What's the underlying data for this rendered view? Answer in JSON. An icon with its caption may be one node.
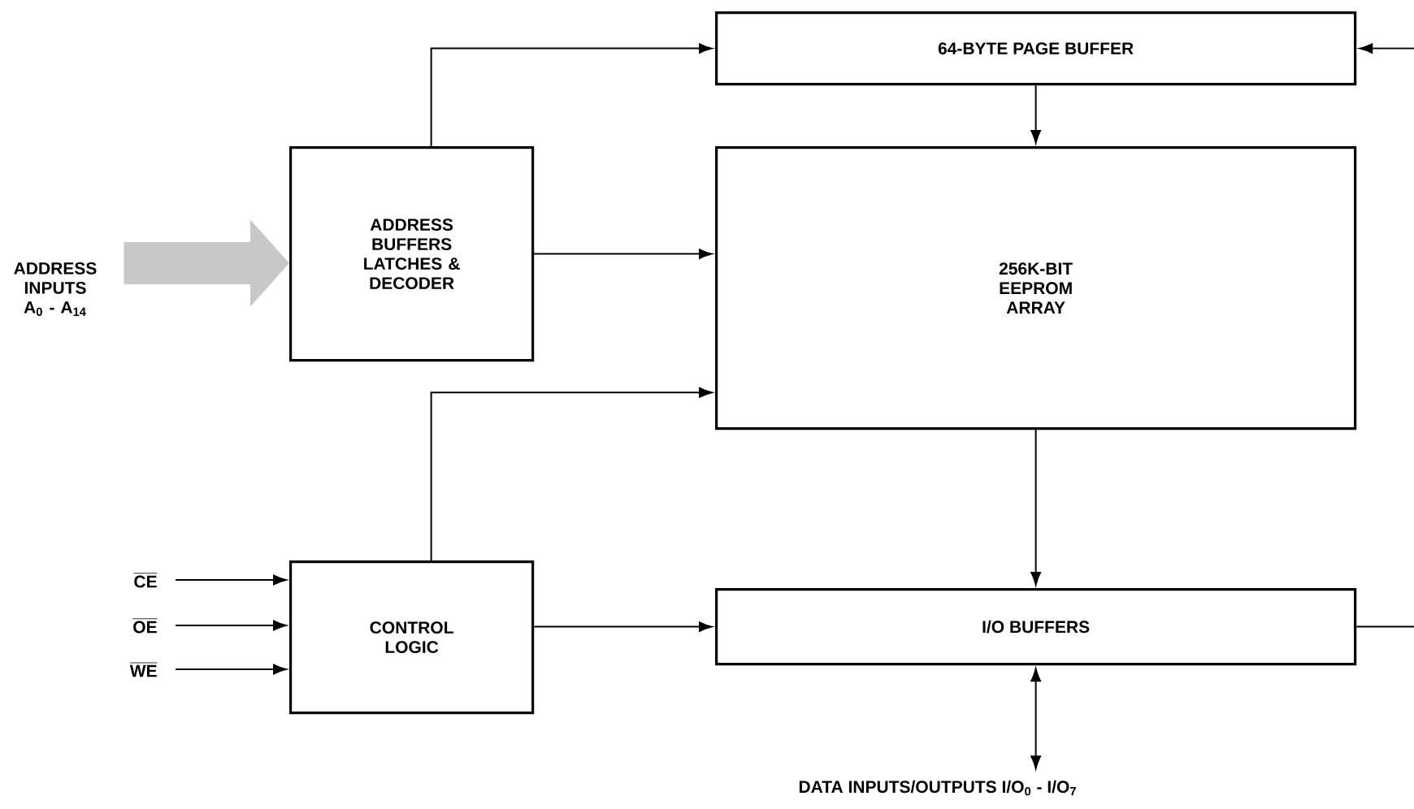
{
  "diagram": {
    "nodes": [
      {
        "text": [
          "64-BYTE PAGE BUFFER"
        ]
      },
      {
        "text": [
          "ADDRESS BUFFERS LATCHES & DECODER"
        ]
      },
      {
        "text": [
          "256K-BIT EEPROM ARRAY"
        ]
      },
      {
        "text": [
          "CONTROL LOGIC"
        ]
      },
      {
        "text": [
          "I/O BUFFERS"
        ]
      },
      {
        "text": [
          "ADDRESS INPUTS A$_{0}$ - A$_{14}$"
        ]
      },
      {
        "text": [
          "CE"
        ]
      },
      {
        "text": [
          "OE"
        ]
      },
      {
        "text": [
          "WE"
        ]
      },
      {
        "text": [
          "DATA INPUTS/OUTPUTS I/O$_{0}$ - I/O$_{7}$"
        ]
      }
    ],
    "edges": [
      {
        "from": 5,
        "to": 1,
        "arrow": "to",
        "style": "thick",
        "color": "#c8c8c8"
      },
      {
        "from": 1,
        "to": 0,
        "arrow": "to"
      },
      {
        "from": 1,
        "to": 2,
        "arrow": "to"
      },
      {
        "from": 3,
        "to": 2,
        "arrow": "to"
      },
      {
        "from": 0,
        "to": 2,
        "arrow": "to"
      },
      {
        "from": null,
        "to": 0,
        "arrow": "to"
      },
      {
        "from": 2,
        "to": 4,
        "arrow": "to"
      },
      {
        "from": 6,
        "to": 3,
        "arrow": "to"
      },
      {
        "from": 7,
        "to": 3,
        "arrow": "to"
      },
      {
        "from": 8,
        "to": 3,
        "arrow": "to"
      },
      {
        "from": 3,
        "to": 4,
        "arrow": "to"
      },
      {
        "from": 4,
        "to": null,
        "arrow": "none"
      },
      {
        "from": 4,
        "to": 9,
        "arrow": "both"
      }
    ]
  }
}
